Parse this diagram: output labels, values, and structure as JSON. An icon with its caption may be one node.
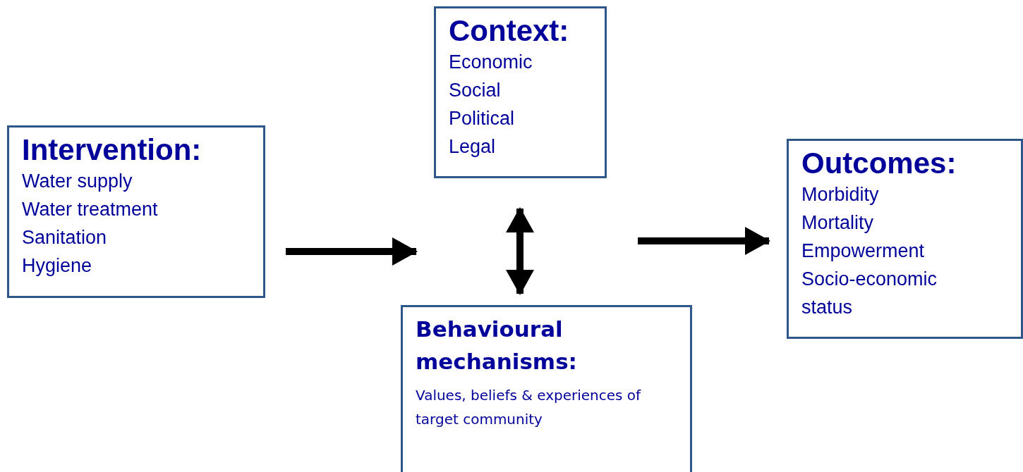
{
  "diagram": {
    "nodes": [
      {
        "text": [
          "Intervention:",
          "Water supply",
          "Water treatment",
          "Sanitation",
          "Hygiene"
        ]
      },
      {
        "text": [
          "Context:",
          "Economic",
          "Social",
          "Political",
          "Legal"
        ]
      },
      {
        "text": [
          "Behavioural mechanisms:",
          "Values, beliefs & experiences of target community"
        ]
      },
      {
        "text": [
          "Outcomes:",
          "Morbidity",
          "Mortality",
          "Empowerment",
          "Socio-economic status"
        ]
      }
    ],
    "edges": [
      {
        "from": 0,
        "to": null,
        "arrow": "to"
      },
      {
        "from": 1,
        "to": 2,
        "arrow": "both"
      },
      {
        "from": null,
        "to": 3,
        "arrow": "to"
      }
    ]
  }
}
